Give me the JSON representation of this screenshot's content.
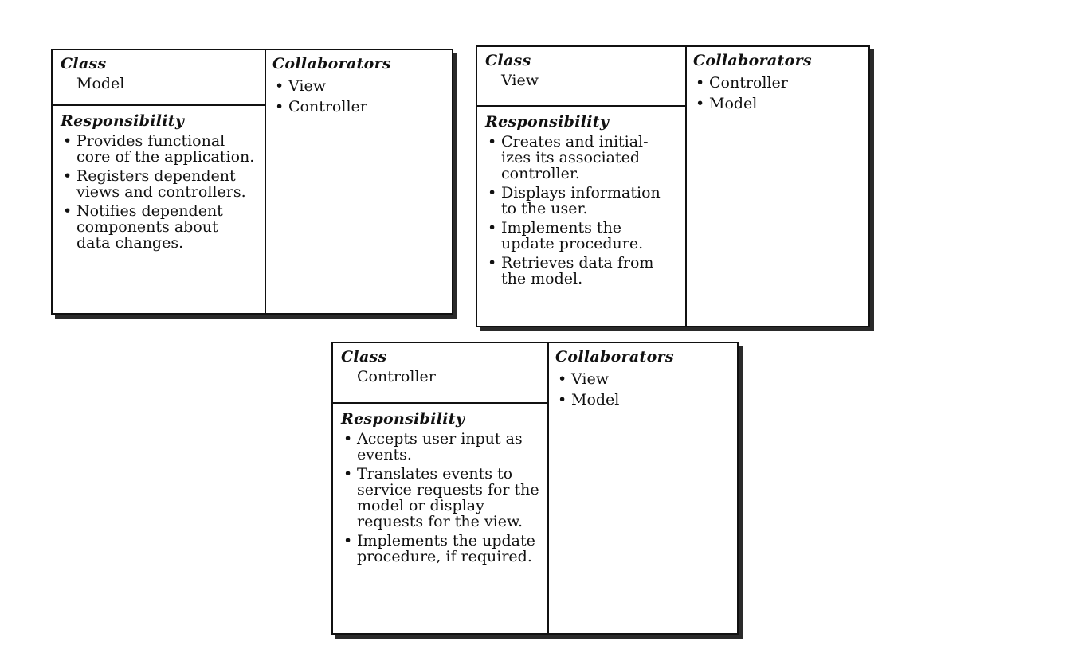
{
  "cards": [
    {
      "class_heading": "Class",
      "class_name": "Model",
      "responsibility_heading": "Responsibility",
      "responsibilities": [
        "Provides functional core of the application.",
        "Registers dependent views and controllers.",
        "Notifies dependent components about data changes."
      ],
      "collaborators_heading": "Collaborators",
      "collaborators": [
        "View",
        "Controller"
      ]
    },
    {
      "class_heading": "Class",
      "class_name": "View",
      "responsibility_heading": "Responsibility",
      "responsibilities": [
        "Creates and initial-izes its associated controller.",
        "Displays information to the user.",
        "Implements the update procedure.",
        "Retrieves data from the model."
      ],
      "collaborators_heading": "Collaborators",
      "collaborators": [
        "Controller",
        "Model"
      ]
    },
    {
      "class_heading": "Class",
      "class_name": "Controller",
      "responsibility_heading": "Responsibility",
      "responsibilities": [
        "Accepts user input as events.",
        "Translates events to service requests for the model or display requests for the view.",
        "Implements the update procedure, if required."
      ],
      "collaborators_heading": "Collaborators",
      "collaborators": [
        "View",
        "Model"
      ]
    }
  ]
}
